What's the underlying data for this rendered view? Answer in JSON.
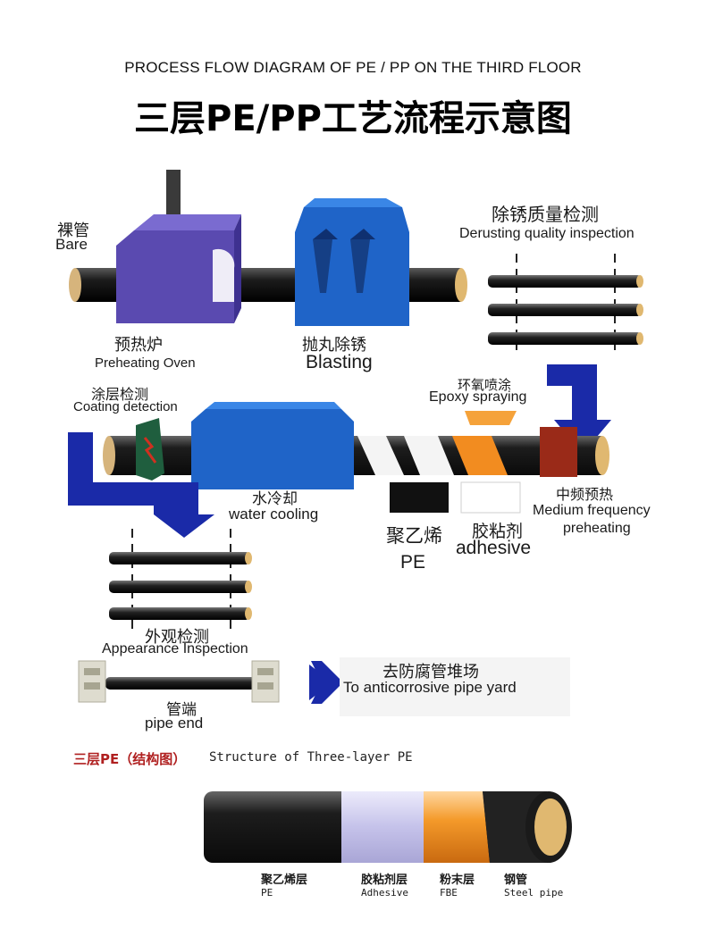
{
  "header": {
    "title_en": "PROCESS FLOW DIAGRAM OF PE / PP ON THE THIRD FLOOR",
    "title_zh": "三层PE/PP工艺流程示意图"
  },
  "steps": {
    "bare": {
      "zh": "裸管",
      "en": "Bare"
    },
    "preheat": {
      "zh": "预热炉",
      "en": "Preheating Oven"
    },
    "blast": {
      "zh": "抛丸除锈",
      "en": "Blasting"
    },
    "derust": {
      "zh": "除锈质量检测",
      "en": "Derusting quality inspection"
    },
    "coating": {
      "zh": "涂层检测",
      "en": "Coating detection"
    },
    "epoxy": {
      "zh": "环氧喷涂",
      "en": "Epoxy spraying"
    },
    "water": {
      "zh": "水冷却",
      "en": "water cooling"
    },
    "pe": {
      "zh": "聚乙烯",
      "en": "PE"
    },
    "adhesive": {
      "zh": "胶粘剂",
      "en": "adhesive"
    },
    "medium": {
      "zh": "中频预热",
      "en1": "Medium frequency",
      "en2": "preheating"
    },
    "appearance": {
      "zh": "外观检测",
      "en": "Appearance Inspection"
    },
    "pipe_end": {
      "zh": "管端",
      "en": "pipe end"
    },
    "yard": {
      "zh": "去防腐管堆场",
      "en": "To anticorrosive pipe yard"
    }
  },
  "structure": {
    "title_zh": "三层PE（结构图）",
    "title_en": "Structure of Three-layer PE",
    "layers": [
      {
        "zh": "聚乙烯层",
        "en": "PE"
      },
      {
        "zh": "胶粘剂层",
        "en": "Adhesive"
      },
      {
        "zh": "粉末层",
        "en": "FBE"
      },
      {
        "zh": "钢管",
        "en": "Steel pipe"
      }
    ]
  },
  "colors": {
    "oven": "#5a4ab0",
    "blaster": "#1f64c8",
    "arrow": "#1a2aa8",
    "pipe": "#1c1c1c",
    "epoxy": "#f28c20",
    "inductor": "#9a2a18",
    "adhesive": "#c9c6ec",
    "steel": "#e0b870"
  }
}
